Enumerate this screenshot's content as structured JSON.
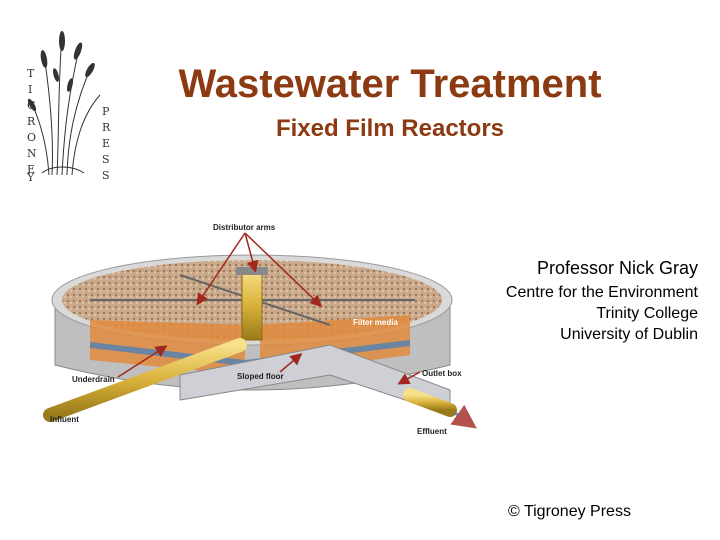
{
  "logo": {
    "left_letters": [
      "T",
      "I",
      "G",
      "R",
      "O",
      "N",
      "E",
      "Y"
    ],
    "right_letters": [
      "P",
      "R",
      "E",
      "S",
      "S"
    ]
  },
  "title": "Wastewater Treatment",
  "subtitle": "Fixed Film Reactors",
  "diagram": {
    "labels": {
      "distributor_arms": "Distributor arms",
      "filter_media": "Filter media",
      "underdrain": "Underdrain",
      "sloped_floor": "Sloped floor",
      "outlet_box": "Outlet box",
      "influent": "Influent",
      "effluent": "Effluent"
    }
  },
  "author": {
    "name": "Professor Nick Gray",
    "affiliation": [
      "Centre for the Environment",
      "Trinity College",
      "University of Dublin"
    ]
  },
  "copyright": "© Tigroney Press",
  "colors": {
    "title": "#8b3a12",
    "media": "#c9a98a",
    "pipe": "#d9b23a",
    "arrow": "#a0281e"
  }
}
